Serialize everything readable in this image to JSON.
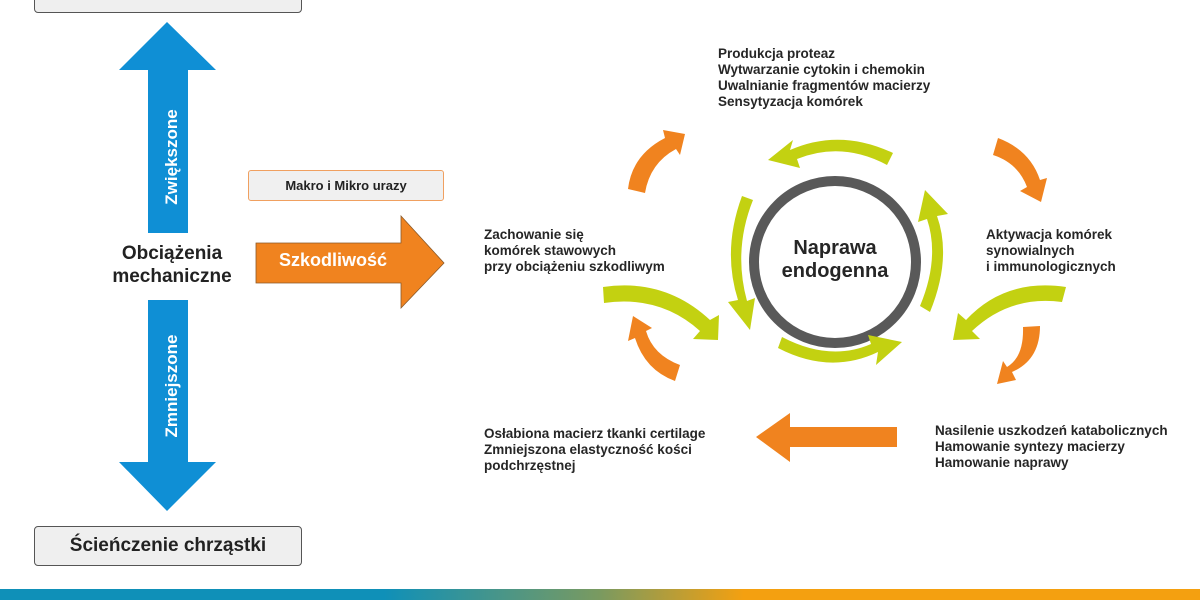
{
  "colors": {
    "blue_arrow": "#0f8fd5",
    "orange": "#f0831f",
    "lime": "#c3d111",
    "ring": "#595959",
    "bar_start": "#0f90b8",
    "bar_end": "#f4a010"
  },
  "left": {
    "top_box": "",
    "up_arrow_label": "Zwiększone",
    "center_label_line1": "Obciążenia",
    "center_label_line2": "mechaniczne",
    "down_arrow_label": "Zmniejszone",
    "bottom_box": "Ścieńczenie chrząstki"
  },
  "middle": {
    "trauma_box": "Makro i Mikro urazy",
    "harm_arrow_label": "Szkodliwość"
  },
  "cycle": {
    "center_line1": "Naprawa",
    "center_line2": "endogenna",
    "top_text": [
      "Produkcja proteaz",
      "Wytwarzanie cytokin i chemokin",
      "Uwalnianie fragmentów macierzy",
      "Sensytyzacja komórek"
    ],
    "left_text": [
      "Zachowanie się",
      "komórek stawowych",
      "przy obciążeniu szkodliwym"
    ],
    "right_text": [
      "Aktywacja komórek",
      "synowialnych",
      "i immunologicznych"
    ],
    "bottom_right_text": [
      "Nasilenie uszkodzeń katabolicznych",
      "Hamowanie syntezy macierzy",
      "Hamowanie naprawy"
    ],
    "bottom_left_text": [
      "Osłabiona macierz tkanki certilage",
      "Zmniejszona elastyczność kości",
      "podchrzęstnej"
    ]
  }
}
